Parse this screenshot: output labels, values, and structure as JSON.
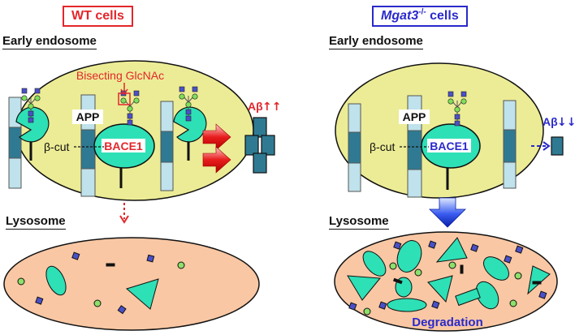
{
  "panels": {
    "wt": {
      "title": "WT cells",
      "early_endosome_label": "Early endosome",
      "lysosome_label": "Lysosome",
      "app_label": "APP",
      "bace1_label": "BACE1",
      "cut_label": "β-cut",
      "bisecting_label": "Bisecting GlcNAc",
      "abeta_label": "Aβ",
      "abeta_arrows": "↑↑"
    },
    "ko": {
      "title_gene": "Mgat3",
      "title_sup": "-/-",
      "title_suffix": " cells",
      "early_endosome_label": "Early endosome",
      "lysosome_label": "Lysosome",
      "app_label": "APP",
      "bace1_label": "BACE1",
      "cut_label": "β-cut",
      "abeta_label": "Aβ",
      "abeta_arrows": "↓↓",
      "degradation_label": "Degradation"
    }
  },
  "colors": {
    "endosome_fill": "#ecec96",
    "lysosome_fill": "#f9c7a4",
    "app_light": "#bfe2ec",
    "app_dark": "#2f7a92",
    "bace_fill": "#2ee0b6",
    "wt_red": "#e3262b",
    "ko_blue": "#2a2acb",
    "abeta_fill": "#2f7a92"
  }
}
